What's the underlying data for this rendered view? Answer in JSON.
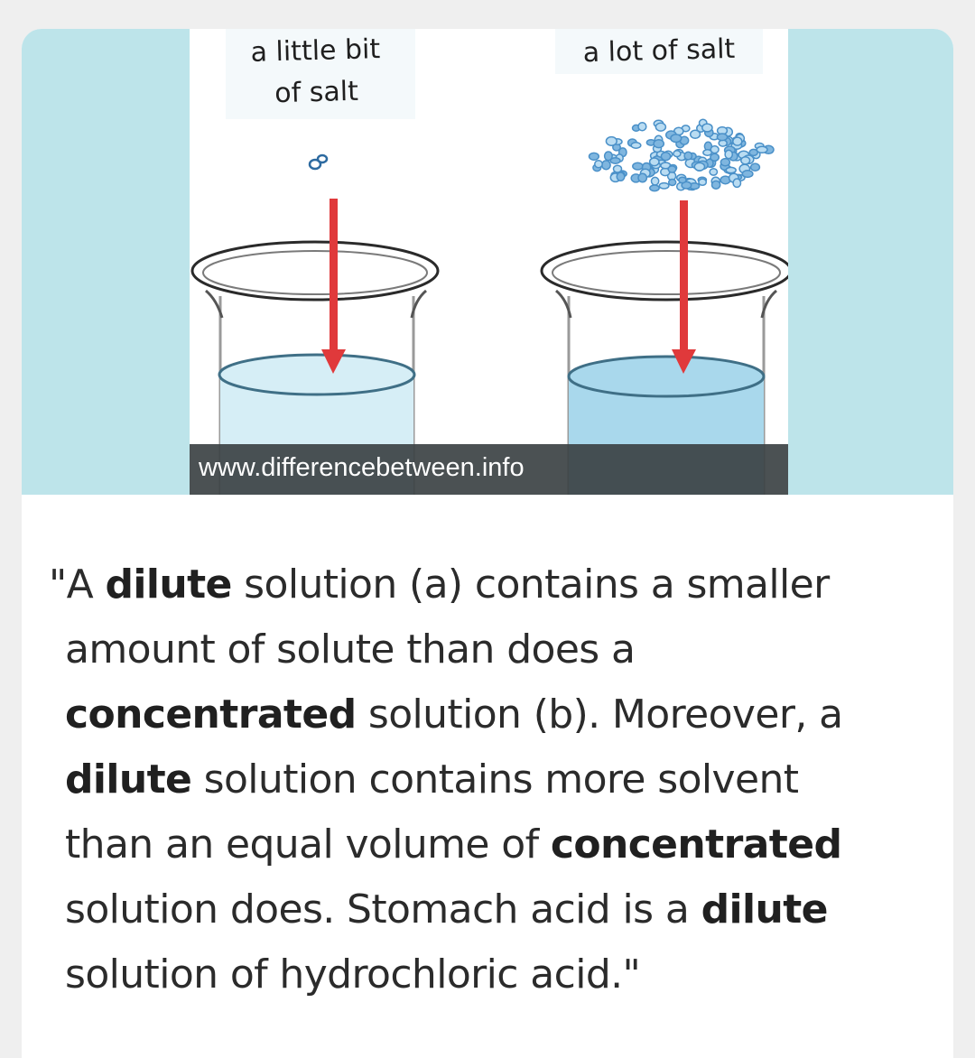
{
  "figure": {
    "label_left": "a little bit\nof salt",
    "label_right": "a lot of salt",
    "source": "www.differencebetween.info",
    "colors": {
      "band": "#bde4ea",
      "water_dilute": "#d6eef6",
      "water_concentrated": "#a9d8ec",
      "arrow": "#e0393b",
      "salt": "#4a90c8"
    }
  },
  "quote": {
    "open": "\"A ",
    "b1": "dilute",
    "t1": " solution (a) contains a smaller",
    "t2": "amount of solute than does a",
    "b2": "concentrated",
    "t3": " solution (b). Moreover, a",
    "b3": "dilute",
    "t4": " solution contains more solvent",
    "t5": "than an equal volume of ",
    "b4": "concentrated",
    "t6": "solution does. Stomach acid is a ",
    "b5": "dilute",
    "t7": "solution of hydrochloric acid.\""
  }
}
